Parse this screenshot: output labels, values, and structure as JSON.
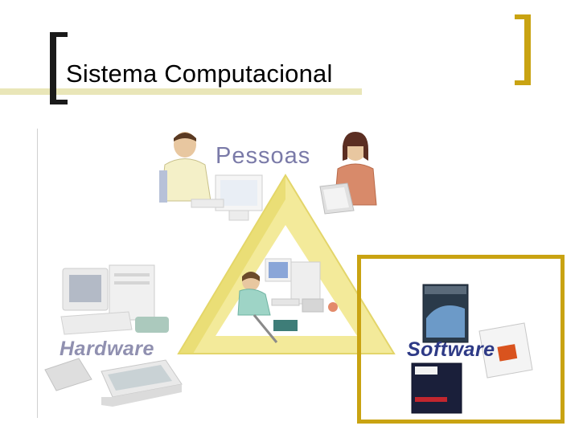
{
  "slide": {
    "title": "Sistema Computacional"
  },
  "diagram": {
    "top_label": "Pessoas",
    "left_label": "Hardware",
    "right_label": "Software"
  },
  "colors": {
    "accent_gold": "#c9a312",
    "triangle_fill": "#f0e58c",
    "pessoas_text": "#7a7aa8",
    "hardware_text": "#9090b0",
    "software_text": "#2e3a86"
  },
  "icons": [
    "man-at-computer-icon",
    "woman-with-laptop-icon",
    "person-at-workstation-icon",
    "desktop-computer-icon",
    "scanner-icon",
    "software-box-icon"
  ]
}
